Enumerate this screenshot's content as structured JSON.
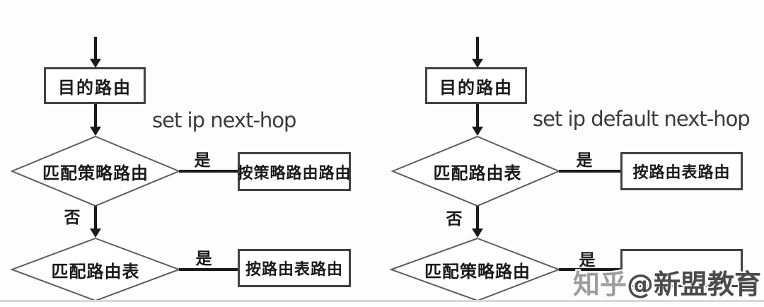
{
  "diagram_title": "policy routing flowcharts",
  "colors": {
    "background": "#fdfdfd",
    "flow_line": "#1a1a1a",
    "shape_border": "#424242",
    "diamond_border": "#5d5d5d",
    "text": "#1a1a1a",
    "command_text": "#3a3a3a",
    "watermark_prefix": "#9d9d9d",
    "watermark_name": "#4b4b4b",
    "divider": "#d6dadd"
  },
  "charts": [
    {
      "id": "left",
      "command_label": "set ip next-hop",
      "start_box": "目的路由",
      "decision1": "匹配策略路由",
      "decision1_yes_box": "按策略路由路由",
      "decision2": "匹配路由表",
      "decision2_yes_box": "按路由表路由",
      "yes_label": "是",
      "no_label": "否"
    },
    {
      "id": "right",
      "command_label": "set ip default next-hop",
      "start_box": "目的路由",
      "decision1": "匹配路由表",
      "decision1_yes_box": "按路由表路由",
      "decision2": "匹配策略路由",
      "decision2_yes_box": "",
      "yes_label": "是",
      "no_label": "否"
    }
  ],
  "watermark": {
    "prefix": "知乎",
    "name": "@新盟教育"
  }
}
